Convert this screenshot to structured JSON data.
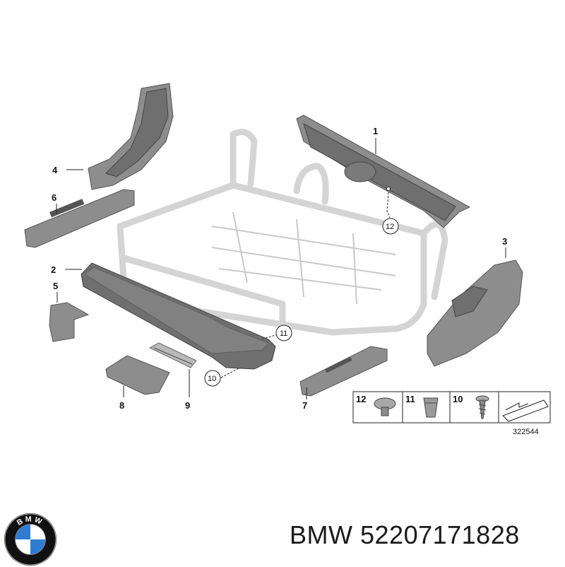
{
  "diagram": {
    "part_numbers": [
      "1",
      "2",
      "3",
      "4",
      "5",
      "6",
      "7",
      "8",
      "9"
    ],
    "callouts": [
      "10",
      "11",
      "12"
    ],
    "legend": {
      "items": [
        {
          "number": "12",
          "icon": "push-clip-icon"
        },
        {
          "number": "11",
          "icon": "expanding-nut-icon"
        },
        {
          "number": "10",
          "icon": "self-tapping-screw-icon"
        },
        {
          "number": "",
          "icon": "trim-wedge-icon"
        }
      ],
      "diagram_number": "322544"
    }
  },
  "footer": {
    "brand": "BMW",
    "part_number": "52207171828",
    "logo_text": "BMW",
    "logo_icon": "bmw-roundel-icon"
  }
}
